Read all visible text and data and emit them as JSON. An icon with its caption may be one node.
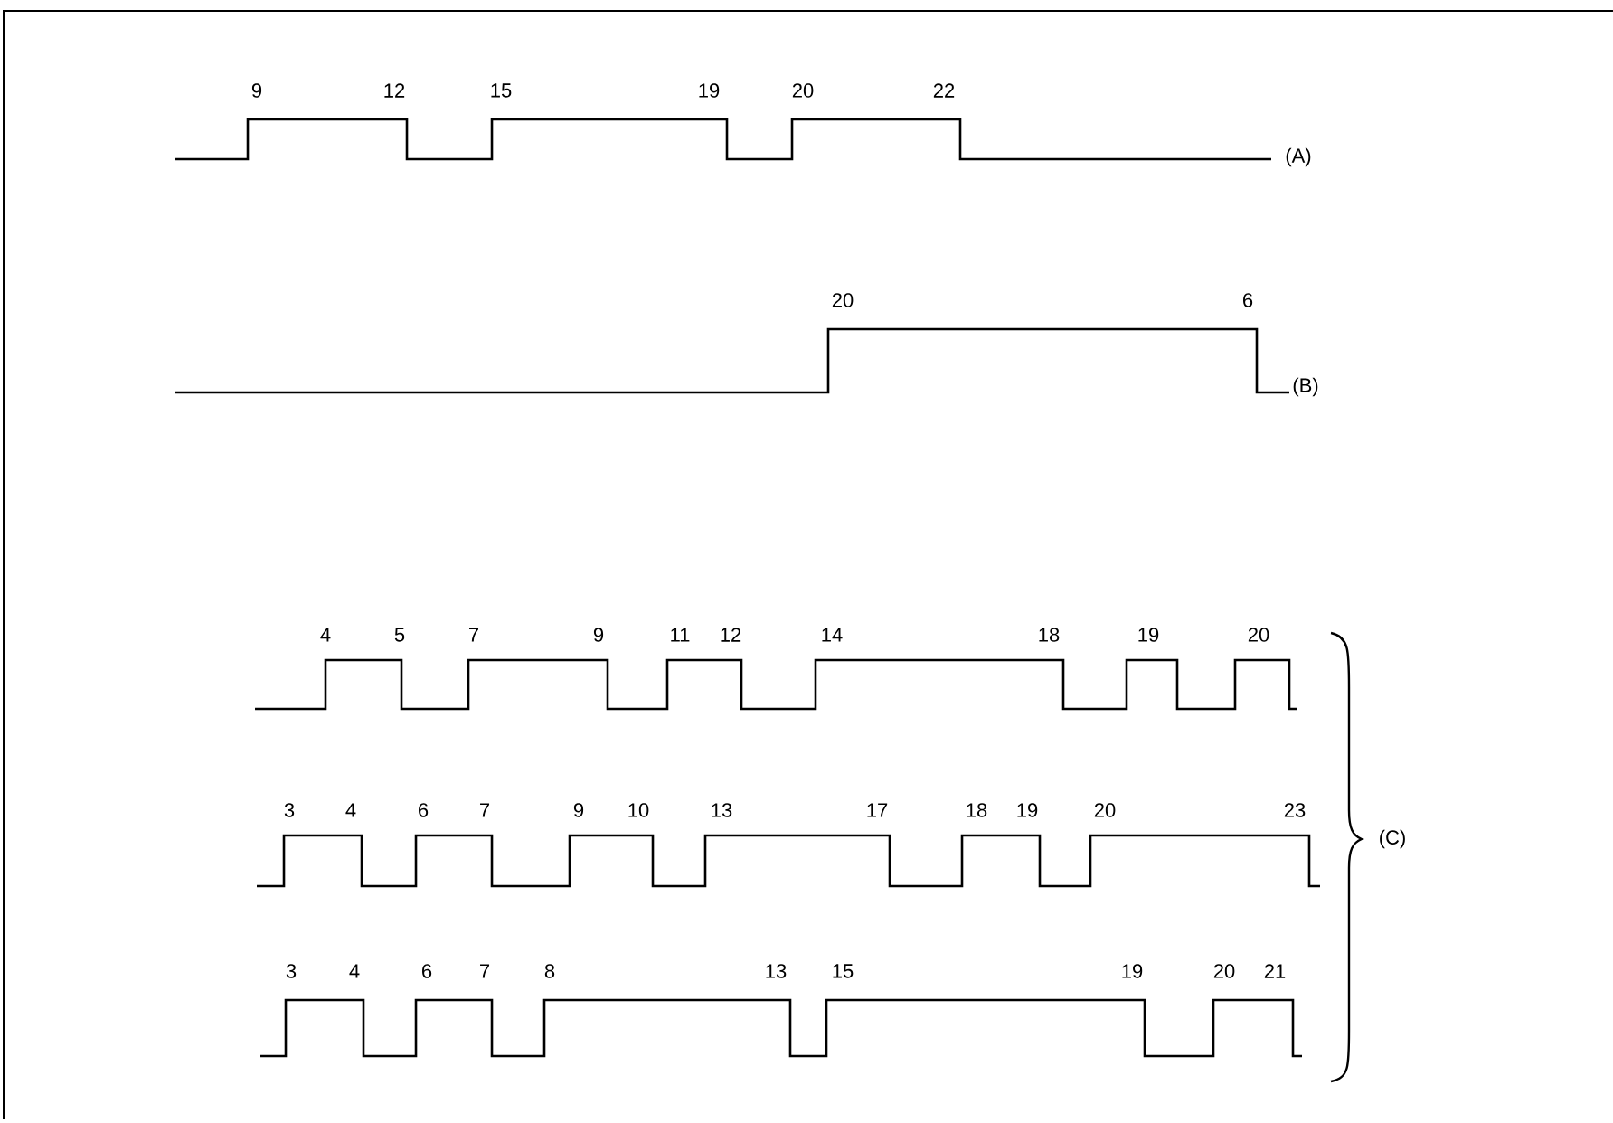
{
  "diagram": {
    "labels": [
      "9",
      "12",
      "15",
      "19",
      "20",
      "22",
      "(A)",
      "20",
      "6",
      "(B)",
      "4",
      "5",
      "7",
      "9",
      "11",
      "12",
      "14",
      "18",
      "19",
      "20",
      "3",
      "4",
      "6",
      "7",
      "9",
      "10",
      "13",
      "17",
      "18",
      "19",
      "20",
      "23",
      "(C)",
      "3",
      "4",
      "6",
      "7",
      "8",
      "13",
      "15",
      "19",
      "20",
      "21"
    ]
  }
}
